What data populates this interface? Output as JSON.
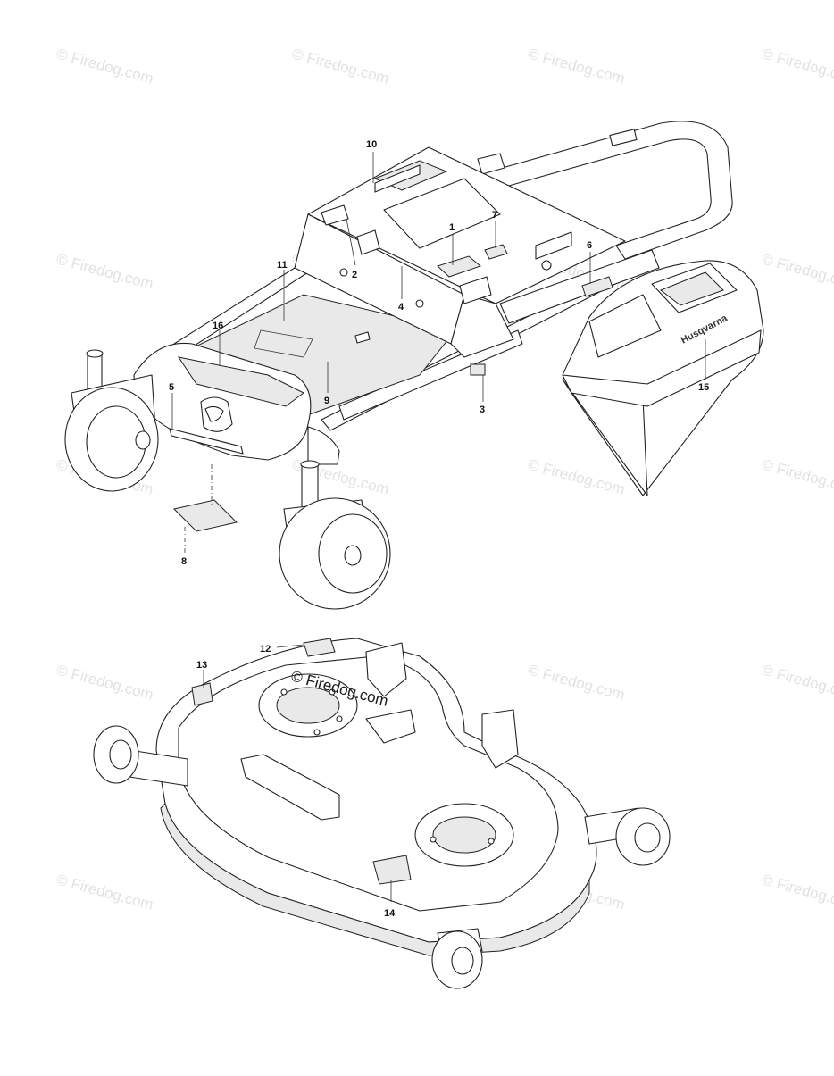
{
  "watermark": {
    "text": "© Firedog.com"
  },
  "brand_text": "Husqvarna",
  "callouts": [
    {
      "id": "1",
      "label": "1"
    },
    {
      "id": "2",
      "label": "2"
    },
    {
      "id": "3",
      "label": "3"
    },
    {
      "id": "4",
      "label": "4"
    },
    {
      "id": "5",
      "label": "5"
    },
    {
      "id": "6",
      "label": "6"
    },
    {
      "id": "7",
      "label": "7"
    },
    {
      "id": "8",
      "label": "8"
    },
    {
      "id": "9",
      "label": "9"
    },
    {
      "id": "10",
      "label": "10"
    },
    {
      "id": "11",
      "label": "11"
    },
    {
      "id": "12",
      "label": "12"
    },
    {
      "id": "13",
      "label": "13"
    },
    {
      "id": "14",
      "label": "14"
    },
    {
      "id": "15",
      "label": "15"
    },
    {
      "id": "16",
      "label": "16"
    }
  ]
}
